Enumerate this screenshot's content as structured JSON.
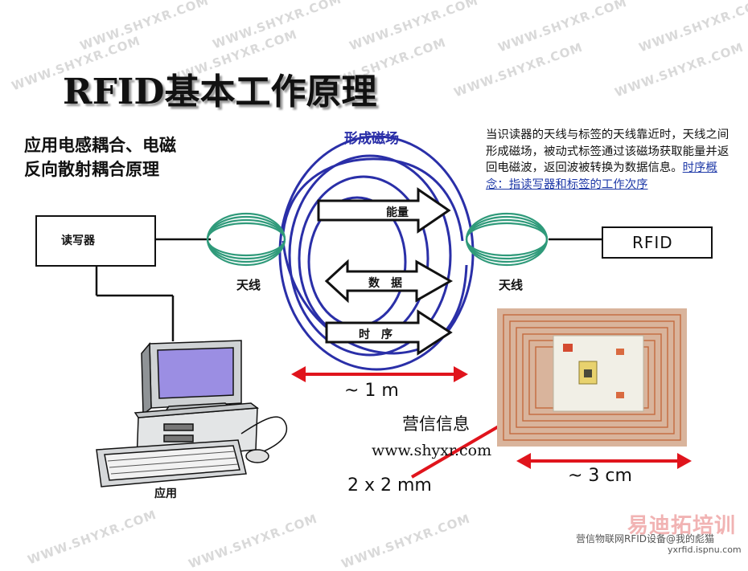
{
  "watermark": "WWW.SHYXR.COM",
  "title": "RFID基本工作原理",
  "subtitle_lines": [
    "应用电感耦合、电磁",
    "反向散射耦合原理"
  ],
  "field_label": "形成磁场",
  "description": {
    "text": "当识读器的天线与标签的天线靠近时，天线之间形成磁场，被动式标签通过该磁场获取能量并返回电磁波，返回波被转换为数据信息。",
    "link": "时序概念：指读写器和标签的工作次序"
  },
  "reader_label": "读写器",
  "rfid_label": "RFID",
  "antenna_left": "天线",
  "antenna_right": "天线",
  "arrow_energy": "能量",
  "arrow_data": "数　据",
  "arrow_timing": "时　序",
  "distance_field": "~ 1 m",
  "application_label": "应用",
  "company_name": "营信信息",
  "website": "www.shyxr.com",
  "chip_size": "2 x 2 mm",
  "tag_size": "~ 3 cm",
  "footer_logo": "易迪拓培训",
  "footer_text": "营信物联网RFID设备@我的彪猫",
  "footer_url": "yxrfid.ispnu.com",
  "colors": {
    "field": "#2a2fa8",
    "antenna": "#2f9a7a",
    "arrow_red": "#e0141c",
    "link": "#1f3aa8"
  }
}
